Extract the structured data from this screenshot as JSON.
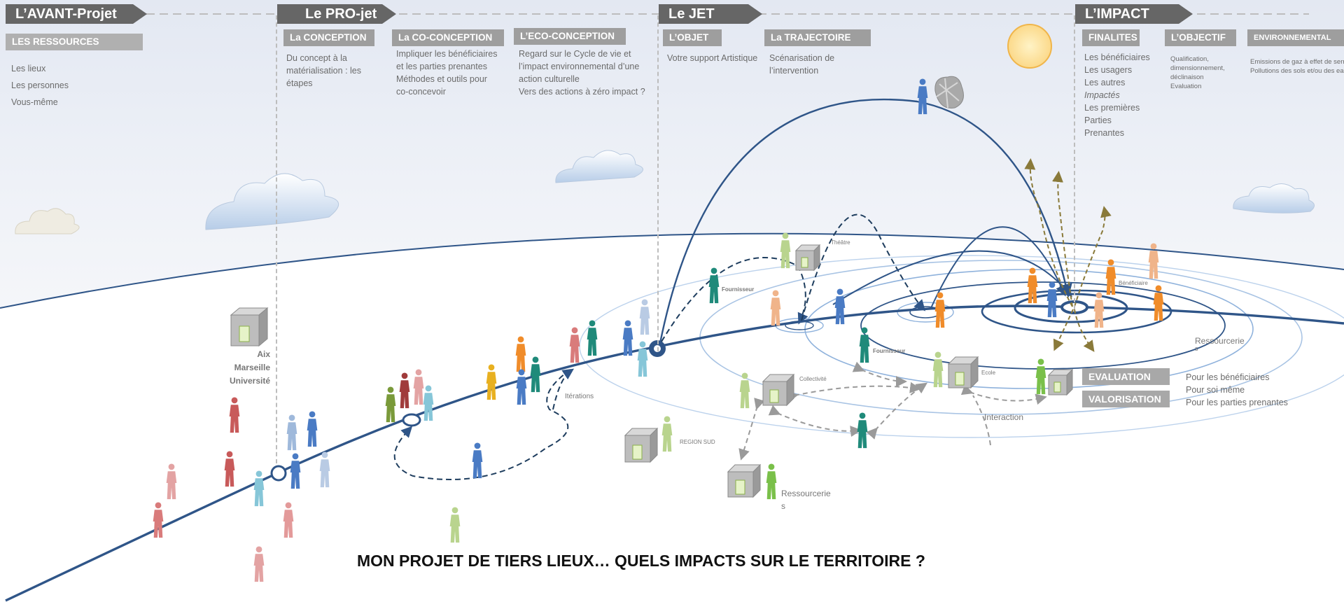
{
  "phases": [
    {
      "label": "L’AVANT-Projet"
    },
    {
      "label": "Le PRO-jet"
    },
    {
      "label": "Le JET"
    },
    {
      "label": "L’IMPACT"
    }
  ],
  "avant": {
    "tag": "LES RESSOURCES",
    "items": [
      "Les lieux",
      "Les personnes",
      "Vous-même"
    ]
  },
  "projet": {
    "conception": {
      "tag": "La CONCEPTION",
      "lines": [
        "Du concept à la",
        "matérialisation : les",
        "étapes"
      ]
    },
    "coconception": {
      "tag": "La CO-CONCEPTION",
      "lines": [
        "Impliquer les bénéficiaires",
        "et les parties prenantes",
        "Méthodes et outils pour",
        "co-concevoir"
      ]
    },
    "ecoconception": {
      "tag": "L’ECO-CONCEPTION",
      "lines": [
        "Regard sur le Cycle de vie et",
        "l’impact environnemental d’une",
        "action  culturelle",
        "Vers des actions à zéro impact ?"
      ]
    }
  },
  "jet": {
    "objet": {
      "tag": "L’OBJET",
      "lines": [
        "Votre support Artistique"
      ]
    },
    "trajectoire": {
      "tag": "La TRAJECTOIRE",
      "lines": [
        "Scénarisation de",
        "l’intervention"
      ]
    }
  },
  "impact": {
    "finalites": {
      "tag": "FINALITES",
      "lines": [
        "Les bénéficiaires",
        "Les usagers",
        "Les autres",
        "Impactés",
        "Les premières",
        "Parties",
        "Prenantes"
      ]
    },
    "objectif": {
      "tag": "L’OBJECTIF",
      "lines": [
        "Qualification,",
        "dimensionnement,",
        "déclinaison",
        "Evaluation"
      ]
    },
    "environnemental": {
      "tag": "ENVIRONNEMENTAL",
      "lines": [
        "Emissions de gaz à effet de serre",
        "Pollutions des sols et/ou des eaux"
      ]
    }
  },
  "diagram_labels": {
    "aix": [
      "Aix",
      "Marseille",
      "Université"
    ],
    "iterations": "Itérations",
    "fournisseur1": "Fournisseur",
    "fournisseur2": "Fournisseur",
    "theatre": "Théâtre",
    "collectivite": "Collectivité",
    "ecole": "Ecole",
    "beneficiaire": "Bénéficiaire",
    "region_sud": "REGION SUD",
    "interaction": "Interaction",
    "ressourcerie_top": [
      "Ressourcerie",
      "s"
    ],
    "ressourcerie_bottom": [
      "Ressourcerie",
      "s"
    ]
  },
  "evaluation": {
    "label": "EVALUATION",
    "valorisation": "VALORISATION",
    "lines": [
      "Pour les bénéficiaires",
      "Pour soi même",
      "Pour les parties prenantes"
    ]
  },
  "title": "MON PROJET DE TIERS LIEUX… QUELS IMPACTS SUR LE TERRITOIRE ?",
  "colors": {
    "trajectory": "#2f5588",
    "phase_bg": "#666666",
    "tag_bg": "#9e9e9e",
    "ring_light": "#a9c4e4",
    "olive": "#8a7a3a",
    "sun": "#fde7a0"
  }
}
